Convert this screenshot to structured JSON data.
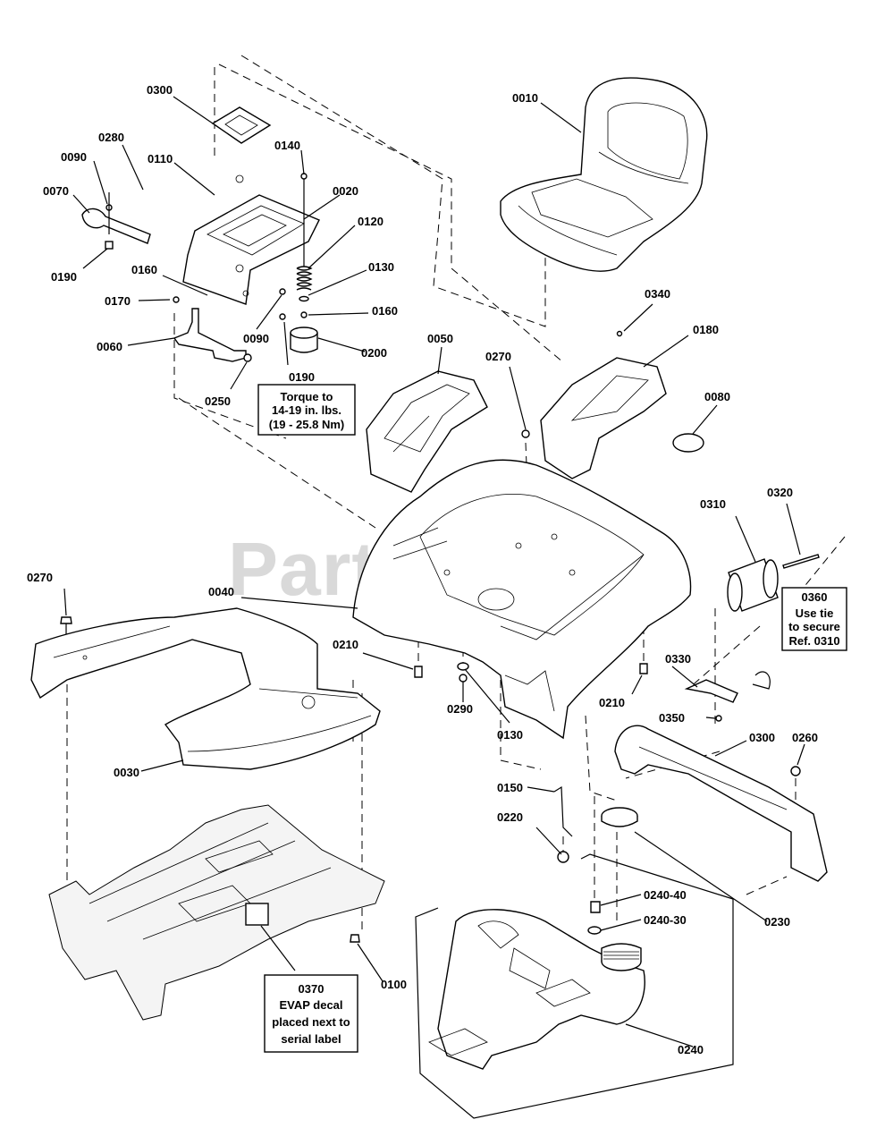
{
  "watermark": "PartsTree",
  "labels": {
    "l0010": "0010",
    "l0020": "0020",
    "l0030": "0030",
    "l0040": "0040",
    "l0050": "0050",
    "l0060": "0060",
    "l0070": "0070",
    "l0080": "0080",
    "l0090a": "0090",
    "l0090b": "0090",
    "l0100": "0100",
    "l0110": "0110",
    "l0120": "0120",
    "l0130a": "0130",
    "l0130b": "0130",
    "l0140": "0140",
    "l0150": "0150",
    "l0160a": "0160",
    "l0160b": "0160",
    "l0170": "0170",
    "l0180": "0180",
    "l0190a": "0190",
    "l0190b": "0190",
    "l0200": "0200",
    "l0210a": "0210",
    "l0210b": "0210",
    "l0220": "0220",
    "l0230": "0230",
    "l0240": "0240",
    "l0240_30": "0240-30",
    "l0240_40": "0240-40",
    "l0250": "0250",
    "l0260": "0260",
    "l0270a": "0270",
    "l0270b": "0270",
    "l0280": "0280",
    "l0290": "0290",
    "l0300a": "0300",
    "l0300b": "0300",
    "l0310": "0310",
    "l0320": "0320",
    "l0330": "0330",
    "l0340": "0340",
    "l0350": "0350"
  },
  "notes": {
    "torque": [
      "Torque to",
      "14-19 in. lbs.",
      "(19 - 25.8 Nm)"
    ],
    "n0360": [
      "0360",
      "Use tie",
      "to secure",
      "Ref. 0310"
    ],
    "n0370": [
      "0370",
      "EVAP decal",
      "placed next to",
      "serial label"
    ]
  }
}
